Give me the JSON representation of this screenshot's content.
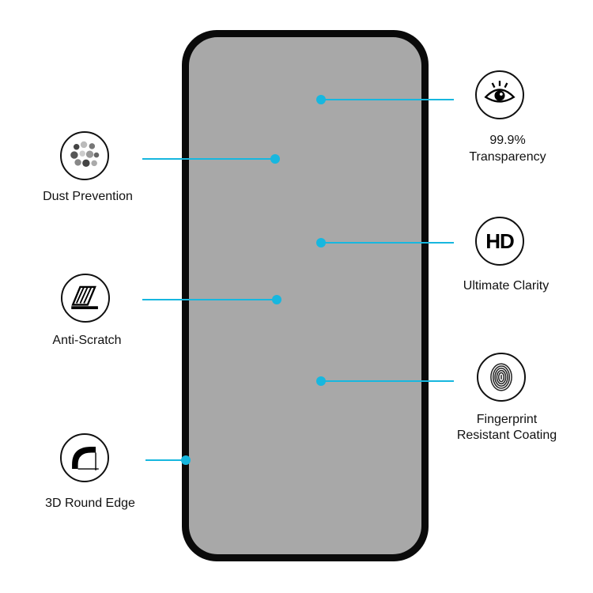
{
  "features": {
    "dust": {
      "label": "Dust Prevention",
      "icon": "dust-icon"
    },
    "scratch": {
      "label": "Anti-Scratch",
      "icon": "anti-scratch-icon"
    },
    "edge": {
      "label": "3D Round Edge",
      "icon": "round-edge-icon"
    },
    "transparency": {
      "value": "99.9%",
      "label": "Transparency",
      "icon": "eye-icon"
    },
    "clarity": {
      "icon_text": "HD",
      "label": "Ultimate Clarity",
      "icon": "hd-icon"
    },
    "fingerprint": {
      "line1": "Fingerprint",
      "line2": "Resistant Coating",
      "icon": "fingerprint-icon"
    }
  },
  "colors": {
    "accent": "#17b7df",
    "screen": "#a8a8a8",
    "frame": "#0a0a0a"
  }
}
